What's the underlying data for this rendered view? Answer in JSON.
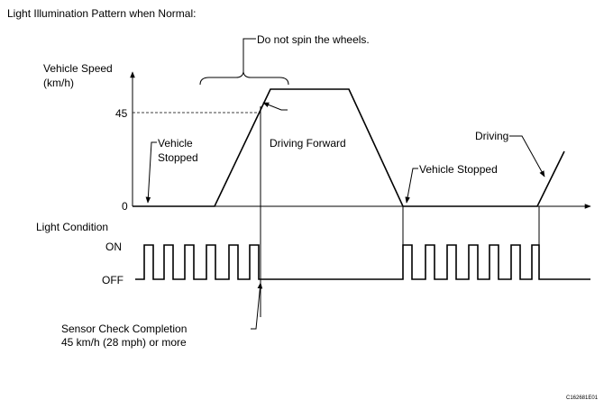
{
  "title": "Light Illumination Pattern when Normal:",
  "top_note": "Do not spin the wheels.",
  "speed_axis": {
    "label_line1": "Vehicle Speed",
    "label_line2": "(km/h)",
    "tick_45": "45",
    "tick_0": "0"
  },
  "annotations": {
    "vehicle_stopped_1_line1": "Vehicle",
    "vehicle_stopped_1_line2": "Stopped",
    "driving_forward": "Driving Forward",
    "vehicle_stopped_2": "Vehicle Stopped",
    "driving": "Driving"
  },
  "light_axis": {
    "label": "Light Condition",
    "on": "ON",
    "off": "OFF"
  },
  "sensor_note": {
    "line1": "Sensor Check Completion",
    "line2": "45 km/h (28 mph) or more"
  },
  "figure_code": "C162681E01"
}
